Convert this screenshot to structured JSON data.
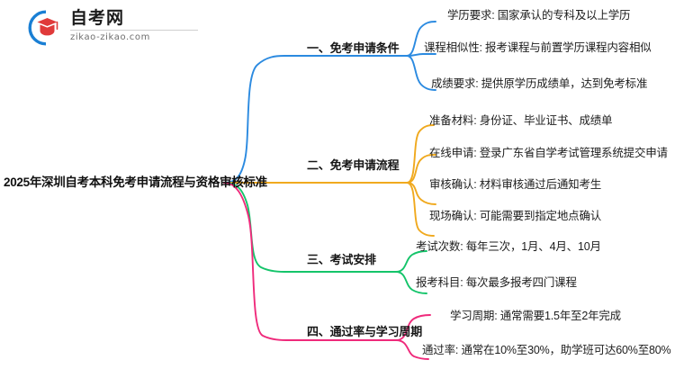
{
  "logo": {
    "name_cn": "自考网",
    "name_en": "zikao-zikao.com",
    "mark_icon": "graduation-cap-icon"
  },
  "colors": {
    "branch1": "#2b8ae0",
    "branch2": "#f2a川",
    "branch2_hex": "#f0a91e",
    "branch3": "#14c46a",
    "branch4": "#ef2a7b",
    "text": "#1a1a1a",
    "background": "#ffffff"
  },
  "mindmap": {
    "root": {
      "label": "2025年深圳自考本科免考申请流程与资格审核标准"
    },
    "branches": [
      {
        "label": "一、免考申请条件",
        "color": "#2b8ae0",
        "children": [
          {
            "label": "学历要求: 国家承认的专科及以上学历"
          },
          {
            "label": "课程相似性: 报考课程与前置学历课程内容相似"
          },
          {
            "label": "成绩要求: 提供原学历成绩单，达到免考标准"
          }
        ]
      },
      {
        "label": "二、免考申请流程",
        "color": "#f0a91e",
        "children": [
          {
            "label": "准备材料: 身份证、毕业证书、成绩单"
          },
          {
            "label": "在线申请: 登录广东省自学考试管理系统提交申请"
          },
          {
            "label": "审核确认: 材料审核通过后通知考生"
          },
          {
            "label": "现场确认: 可能需要到指定地点确认"
          }
        ]
      },
      {
        "label": "三、考试安排",
        "color": "#14c46a",
        "children": [
          {
            "label": "考试次数: 每年三次，1月、4月、10月"
          },
          {
            "label": "报考科目: 每次最多报考四门课程"
          }
        ]
      },
      {
        "label": "四、通过率与学习周期",
        "color": "#ef2a7b",
        "children": [
          {
            "label": "学习周期: 通常需要1.5年至2年完成"
          },
          {
            "label": "通过率: 通常在10%至30%，助学班可达60%至80%"
          }
        ]
      }
    ]
  }
}
